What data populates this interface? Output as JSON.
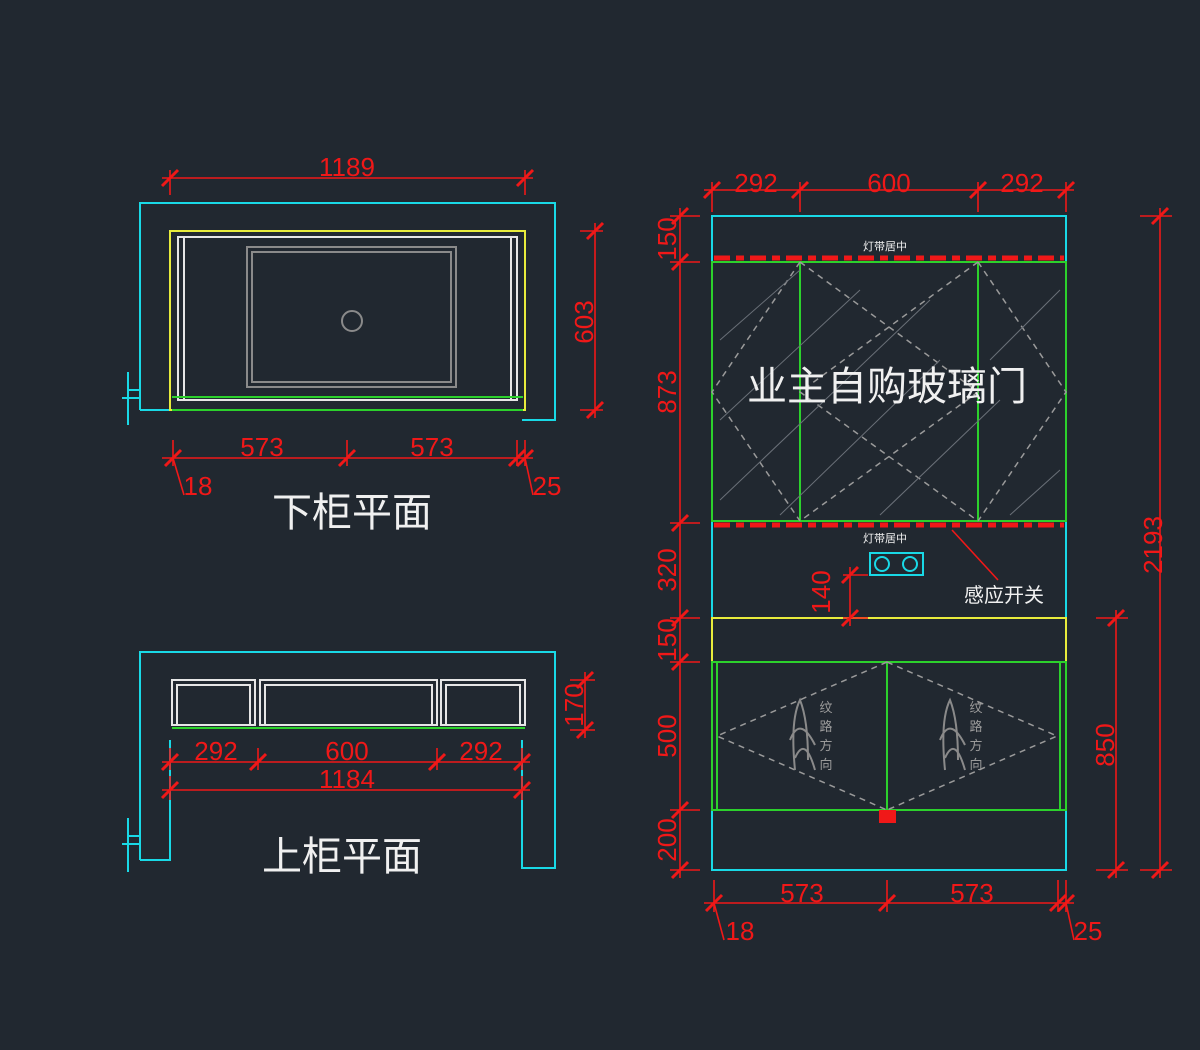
{
  "lower_plan": {
    "title": "下柜平面",
    "dims": {
      "overall": "1189",
      "depth": "603",
      "left": "573",
      "right": "573",
      "left_edge": "18",
      "right_edge": "25"
    }
  },
  "upper_plan": {
    "title": "上柜平面",
    "dims": {
      "left": "292",
      "middle": "600",
      "right": "292",
      "overall": "1184",
      "depth": "170"
    }
  },
  "elevation": {
    "glass_door_label": "业主自购玻璃门",
    "light_strip_top": "灯带居中",
    "light_strip_bottom": "灯带居中",
    "switch_label": "感应开关",
    "grain_label": [
      "纹",
      "路",
      "方",
      "向"
    ],
    "dims": {
      "top": [
        "292",
        "600",
        "292"
      ],
      "left": [
        "150",
        "873",
        "320",
        "150",
        "500",
        "200"
      ],
      "switch_height": "140",
      "total_height": "2193",
      "base_height": "850",
      "bottom": [
        "573",
        "573"
      ],
      "left_edge": "18",
      "right_edge": "25"
    }
  },
  "colors": {
    "background": "#212830",
    "dimension": "#f01818",
    "outline": "#19d9e6",
    "panel": "#2cd12c",
    "counter": "#e8ec3c"
  }
}
